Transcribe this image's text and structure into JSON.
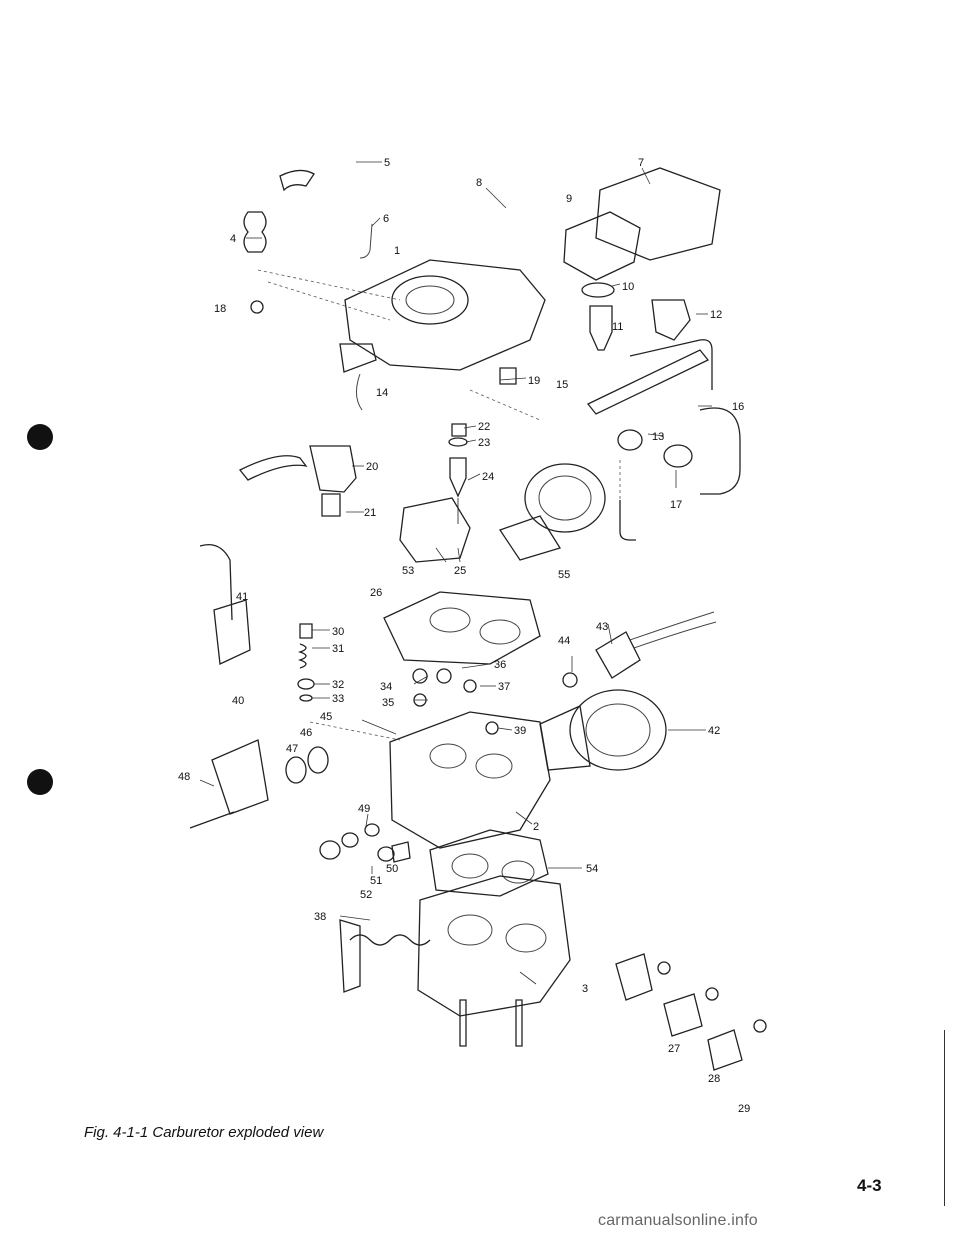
{
  "figure": {
    "caption": "Fig. 4-1-1  Carburetor exploded view",
    "part_labels": [
      {
        "id": "1",
        "text": "1"
      },
      {
        "id": "2",
        "text": "2"
      },
      {
        "id": "3",
        "text": "3"
      },
      {
        "id": "4",
        "text": "4"
      },
      {
        "id": "5",
        "text": "5"
      },
      {
        "id": "6",
        "text": "6"
      },
      {
        "id": "7",
        "text": "7"
      },
      {
        "id": "8",
        "text": "8"
      },
      {
        "id": "9",
        "text": "9"
      },
      {
        "id": "10",
        "text": "10"
      },
      {
        "id": "11",
        "text": "11"
      },
      {
        "id": "12",
        "text": "12"
      },
      {
        "id": "13",
        "text": "13"
      },
      {
        "id": "14",
        "text": "14"
      },
      {
        "id": "15",
        "text": "15"
      },
      {
        "id": "16",
        "text": "16"
      },
      {
        "id": "17",
        "text": "17"
      },
      {
        "id": "18",
        "text": "18"
      },
      {
        "id": "19",
        "text": "19"
      },
      {
        "id": "20",
        "text": "20"
      },
      {
        "id": "21",
        "text": "21"
      },
      {
        "id": "22",
        "text": "22"
      },
      {
        "id": "23",
        "text": "23"
      },
      {
        "id": "24",
        "text": "24"
      },
      {
        "id": "25",
        "text": "25"
      },
      {
        "id": "26",
        "text": "26"
      },
      {
        "id": "27",
        "text": "27"
      },
      {
        "id": "28",
        "text": "28"
      },
      {
        "id": "29",
        "text": "29"
      },
      {
        "id": "30",
        "text": "30"
      },
      {
        "id": "31",
        "text": "31"
      },
      {
        "id": "32",
        "text": "32"
      },
      {
        "id": "33",
        "text": "33"
      },
      {
        "id": "34",
        "text": "34"
      },
      {
        "id": "35",
        "text": "35"
      },
      {
        "id": "36",
        "text": "36"
      },
      {
        "id": "37",
        "text": "37"
      },
      {
        "id": "38",
        "text": "38"
      },
      {
        "id": "39",
        "text": "39"
      },
      {
        "id": "40",
        "text": "40"
      },
      {
        "id": "41",
        "text": "41"
      },
      {
        "id": "42",
        "text": "42"
      },
      {
        "id": "43",
        "text": "43"
      },
      {
        "id": "44",
        "text": "44"
      },
      {
        "id": "45",
        "text": "45"
      },
      {
        "id": "46",
        "text": "46"
      },
      {
        "id": "47",
        "text": "47"
      },
      {
        "id": "48",
        "text": "48"
      },
      {
        "id": "49",
        "text": "49"
      },
      {
        "id": "50",
        "text": "50"
      },
      {
        "id": "51",
        "text": "51"
      },
      {
        "id": "52",
        "text": "52"
      },
      {
        "id": "53",
        "text": "53"
      },
      {
        "id": "54",
        "text": "54"
      },
      {
        "id": "55",
        "text": "55"
      }
    ]
  },
  "page_number": "4-3",
  "watermark": "carmanualsonline.info",
  "colors": {
    "ink": "#111111",
    "paper": "#ffffff"
  }
}
